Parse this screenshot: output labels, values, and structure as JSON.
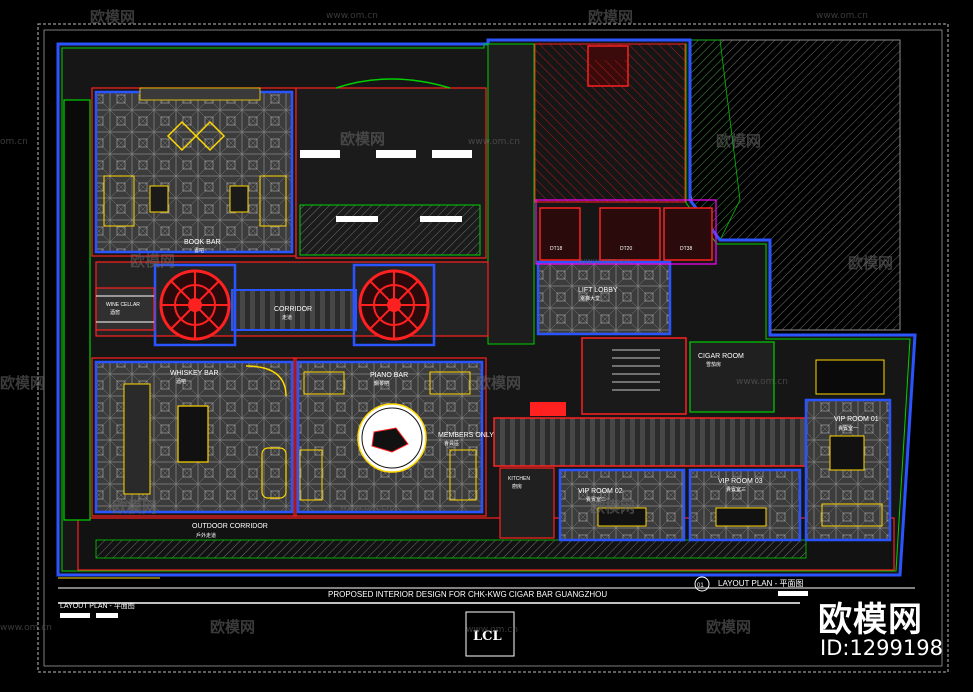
{
  "watermark": {
    "brand": "欧模网",
    "url": "www.om.cn",
    "url_short": "om.cn"
  },
  "footer": {
    "brand_big": "欧模网",
    "id": "ID:1299198",
    "project_title": "PROPOSED INTERIOR DESIGN FOR CHK-KWG CIGAR BAR GUANGZHOU",
    "layout_label_left": "LAYOUT PLAN - 平面图",
    "layout_label_right": "LAYOUT PLAN - 平面图",
    "drawing_no": "01",
    "logo": "LCL"
  },
  "rooms": {
    "book_bar": "BOOK BAR",
    "book_bar_cn": "書吧",
    "wine_cellar": "WINE CELLAR",
    "wine_cellar_cn": "酒窖",
    "corridor": "CORRIDOR",
    "corridor_cn": "走道",
    "whiskey_bar": "WHISKEY BAR",
    "whiskey_bar_cn": "酒吧",
    "piano_bar": "PIANO BAR",
    "piano_bar_cn": "鋼琴吧",
    "members_only": "MEMBERS ONLY",
    "members_only_cn": "會員區",
    "lift_lobby": "LIFT LOBBY",
    "lift_lobby_cn": "電梯大堂",
    "cigar_room": "CIGAR ROOM",
    "cigar_room_cn": "雪茄房",
    "vip_room_01": "VIP ROOM 01",
    "vip_room_01_cn": "貴賓室一",
    "vip_room_02": "VIP ROOM 02",
    "vip_room_02_cn": "貴賓室二",
    "vip_room_03": "VIP ROOM 03",
    "vip_room_03_cn": "貴賓室三",
    "kitchen": "KITCHEN",
    "kitchen_cn": "廚房",
    "outdoor_corridor": "OUTDOOR CORRIDOR",
    "outdoor_corridor_cn": "戶外走道",
    "dt18": "DT18",
    "dt20": "DT20",
    "dt38": "DT38"
  },
  "colors": {
    "wall": "#ff2020",
    "outline": "#00d000",
    "furniture": "#ffd700",
    "zone": "#2a54ff",
    "hatch": "#7a7a7a",
    "magenta": "#ff00ff"
  }
}
